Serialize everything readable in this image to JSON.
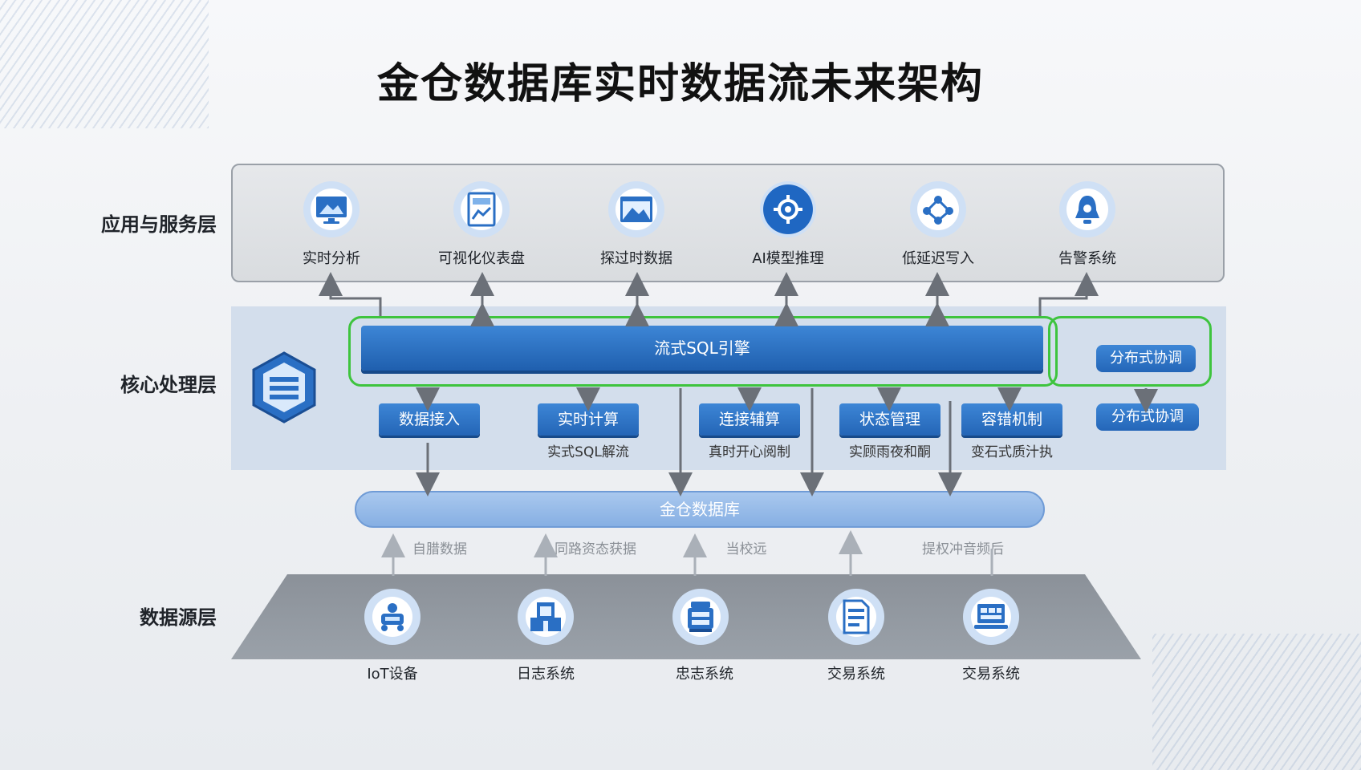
{
  "title": "金仓数据库实时数据流未来架构",
  "layers": {
    "app": "应用与服务层",
    "core": "核心处理层",
    "source": "数据源层"
  },
  "app_items": [
    {
      "label": "实时分析",
      "icon": "monitor-chart-icon"
    },
    {
      "label": "可视化仪表盘",
      "icon": "dashboard-board-icon"
    },
    {
      "label": "探过时数据",
      "icon": "image-window-icon"
    },
    {
      "label": "AI模型推理",
      "icon": "ai-gear-icon"
    },
    {
      "label": "低延迟写入",
      "icon": "network-nodes-icon"
    },
    {
      "label": "告警系统",
      "icon": "alarm-bell-icon"
    }
  ],
  "core": {
    "engine": "流式SQL引擎",
    "coord_top": "分布式协调",
    "coord_bottom": "分布式协调",
    "modules": [
      {
        "label": "数据接入",
        "sub": ""
      },
      {
        "label": "实时计算",
        "sub": "实式SQL解流"
      },
      {
        "label": "连接辅算",
        "sub": "真时开心阅制"
      },
      {
        "label": "状态管理",
        "sub": "实顾雨夜和酮"
      },
      {
        "label": "容错机制",
        "sub": "变石式质汁执"
      }
    ]
  },
  "database": "金仓数据库",
  "faint_labels": [
    "自腊数据",
    "同路资态获据",
    "当校远",
    "",
    "提权冲音频后"
  ],
  "sources": [
    {
      "label": "IoT设备",
      "icon": "iot-robot-icon"
    },
    {
      "label": "日志系统",
      "icon": "building-log-icon"
    },
    {
      "label": "忠志系统",
      "icon": "server-rack-icon"
    },
    {
      "label": "交易系统",
      "icon": "document-form-icon"
    },
    {
      "label": "交易系统",
      "icon": "laptop-screen-icon"
    }
  ],
  "colors": {
    "accent_blue": "#2466b8",
    "highlight_green": "#3ec43e",
    "core_background": "#d3deec"
  }
}
